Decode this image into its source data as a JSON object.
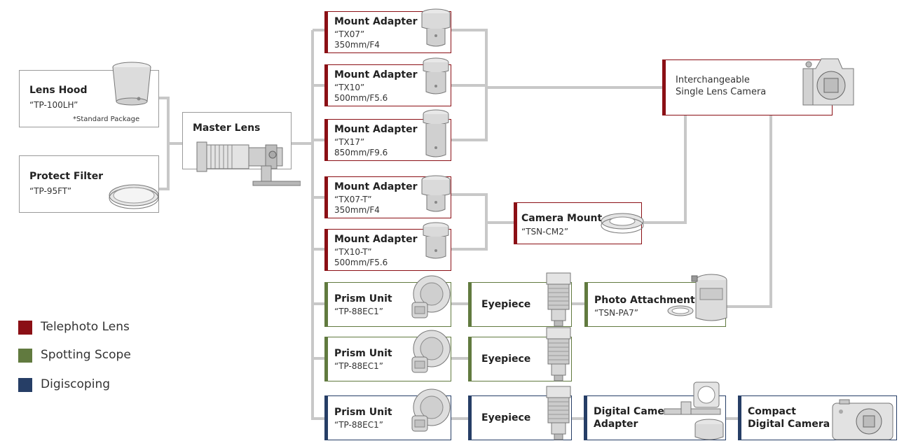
{
  "colors": {
    "telephoto": "#8b0f15",
    "spotting": "#617a3f",
    "digiscoping": "#263e66",
    "connector": "#c8c8c8",
    "neutral_border": "#9a9a9a"
  },
  "lens_hood": {
    "title": "Lens Hood",
    "model": "“TP-100LH”",
    "note": "*Standard Package",
    "icon": "lens-hood-icon"
  },
  "protect_filter": {
    "title": "Protect Filter",
    "model": "“TP-95FT”",
    "icon": "filter-icon"
  },
  "master_lens": {
    "title": "Master Lens",
    "icon": "telephoto-lens-icon"
  },
  "tx07": {
    "title": "Mount Adapter",
    "model": "“TX07”",
    "spec": "350mm/F4"
  },
  "tx10": {
    "title": "Mount Adapter",
    "model": "“TX10”",
    "spec": "500mm/F5.6"
  },
  "tx17": {
    "title": "Mount Adapter",
    "model": "“TX17”",
    "spec": "850mm/F9.6"
  },
  "tx07t": {
    "title": "Mount Adapter",
    "model": "“TX07-T”",
    "spec": "350mm/F4"
  },
  "tx10t": {
    "title": "Mount Adapter",
    "model": "“TX10-T”",
    "spec": "500mm/F5.6"
  },
  "camera": {
    "line1": "Interchangeable",
    "line2": "Single Lens Camera",
    "icon": "dslr-camera-icon"
  },
  "camera_mount": {
    "title": "Camera Mount",
    "model": "“TSN-CM2”",
    "icon": "camera-mount-ring-icon"
  },
  "prism1": {
    "title": "Prism Unit",
    "model": "“TP-88EC1”"
  },
  "prism2": {
    "title": "Prism Unit",
    "model": "“TP-88EC1”"
  },
  "prism3": {
    "title": "Prism Unit",
    "model": "“TP-88EC1”"
  },
  "eyepiece1": {
    "title": "Eyepiece"
  },
  "eyepiece2": {
    "title": "Eyepiece"
  },
  "eyepiece3": {
    "title": "Eyepiece"
  },
  "photo_attachment": {
    "title": "Photo Attachment",
    "model": "“TSN-PA7”"
  },
  "digital_adapter": {
    "line1": "Digital Camera",
    "line2": "Adapter"
  },
  "compact_camera": {
    "line1": "Compact",
    "line2": "Digital Camera",
    "icon": "compact-camera-icon"
  },
  "legend": [
    {
      "label": "Telephoto Lens",
      "color": "#8b0f15"
    },
    {
      "label": "Spotting Scope",
      "color": "#617a3f"
    },
    {
      "label": "Digiscoping",
      "color": "#263e66"
    }
  ]
}
